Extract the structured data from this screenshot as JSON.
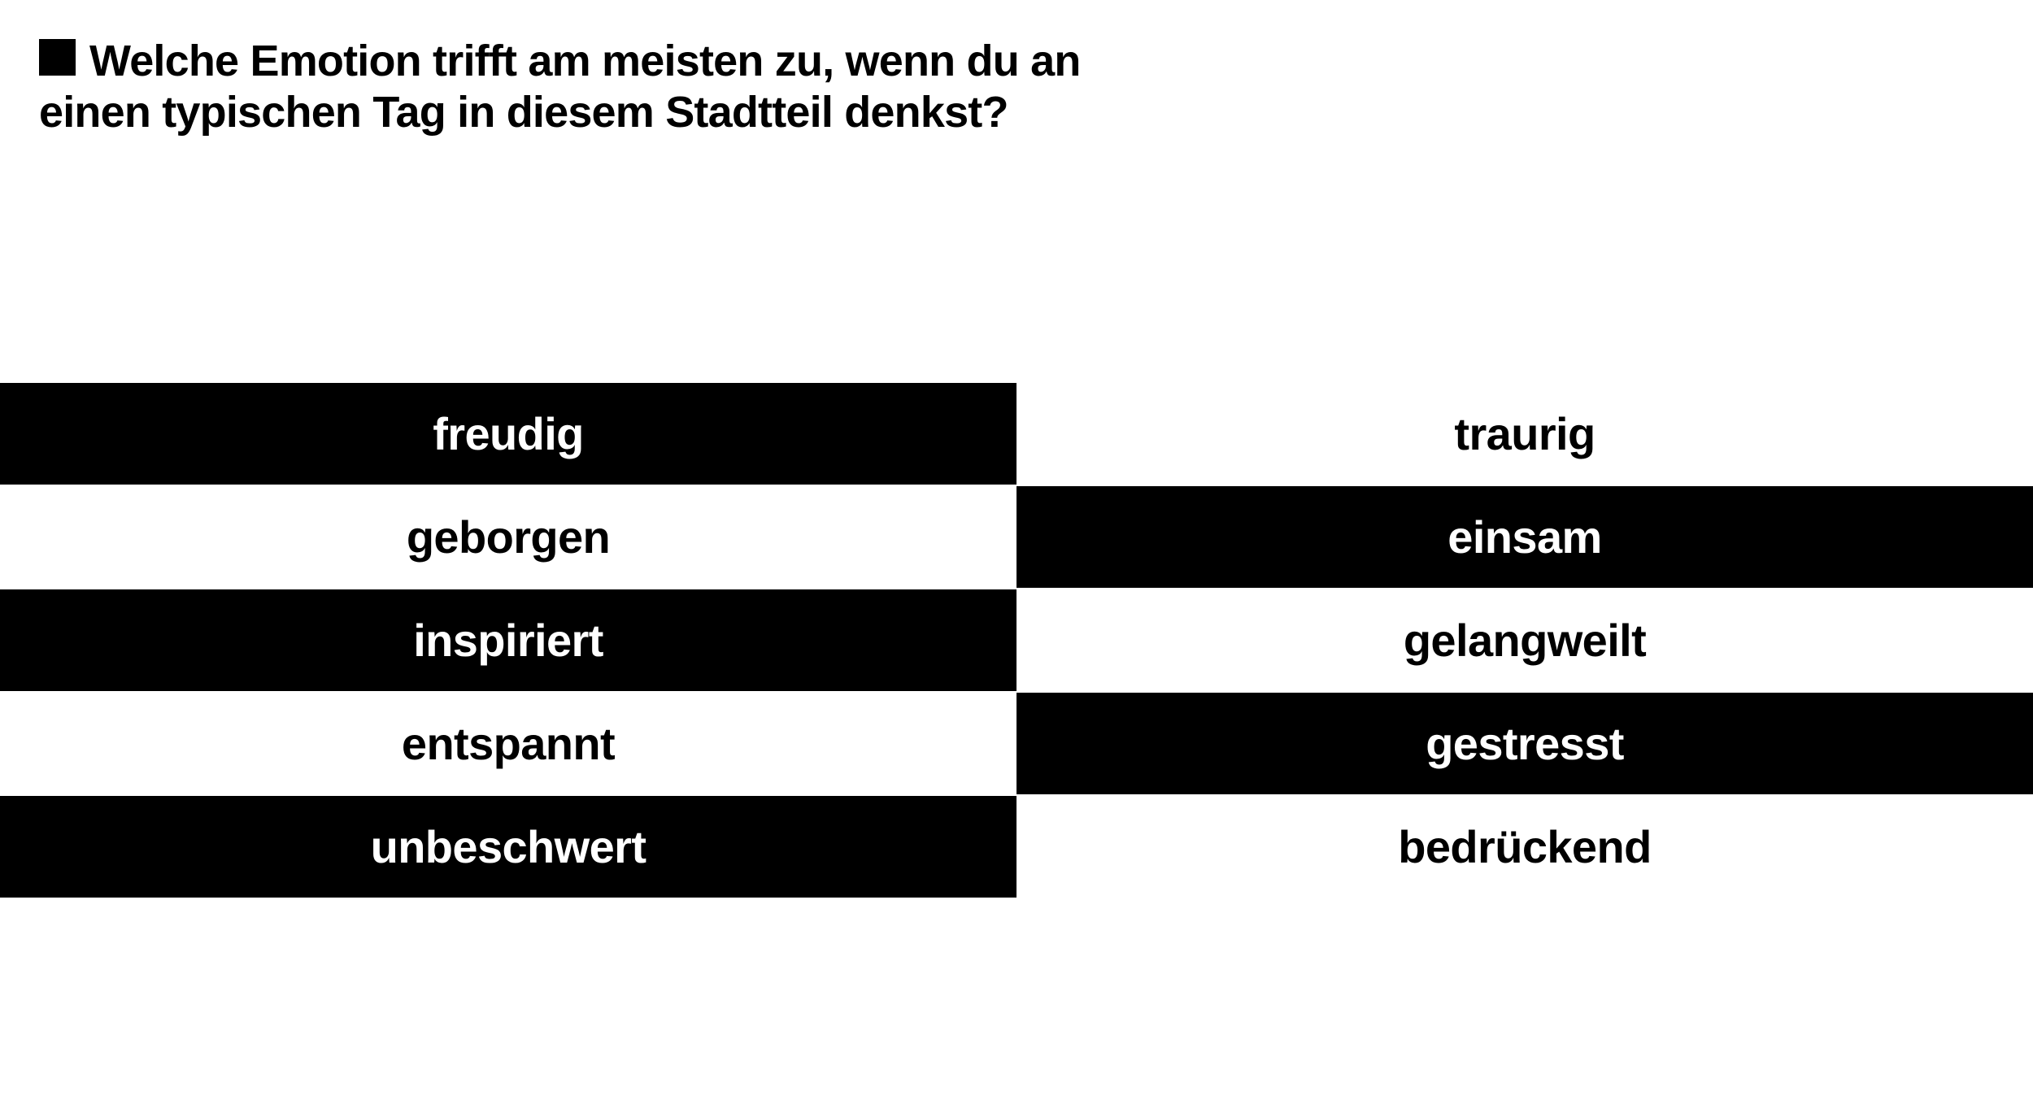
{
  "question": {
    "bullet_icon": "black-square",
    "line1": "Welche Emotion trifft am meisten zu, wenn du an",
    "line2": "einen typischen Tag in diesem Stadtteil denkst?"
  },
  "options": [
    {
      "label": "freudig",
      "variant": "black",
      "column": "left",
      "row": 1
    },
    {
      "label": "traurig",
      "variant": "white",
      "column": "right",
      "row": 1
    },
    {
      "label": "geborgen",
      "variant": "white",
      "column": "left",
      "row": 2
    },
    {
      "label": "einsam",
      "variant": "black",
      "column": "right",
      "row": 2
    },
    {
      "label": "inspiriert",
      "variant": "black",
      "column": "left",
      "row": 3
    },
    {
      "label": "gelangweilt",
      "variant": "white",
      "column": "right",
      "row": 3
    },
    {
      "label": "entspannt",
      "variant": "white",
      "column": "left",
      "row": 4
    },
    {
      "label": "gestresst",
      "variant": "black",
      "column": "right",
      "row": 4
    },
    {
      "label": "unbeschwert",
      "variant": "black",
      "column": "left",
      "row": 5
    },
    {
      "label": "bedrückend",
      "variant": "white",
      "column": "right",
      "row": 5
    }
  ],
  "colors": {
    "background": "#ffffff",
    "title_text": "#000000",
    "option_black_bg": "#000000",
    "option_black_text": "#ffffff",
    "option_white_bg": "#ffffff",
    "option_white_text": "#000000"
  }
}
